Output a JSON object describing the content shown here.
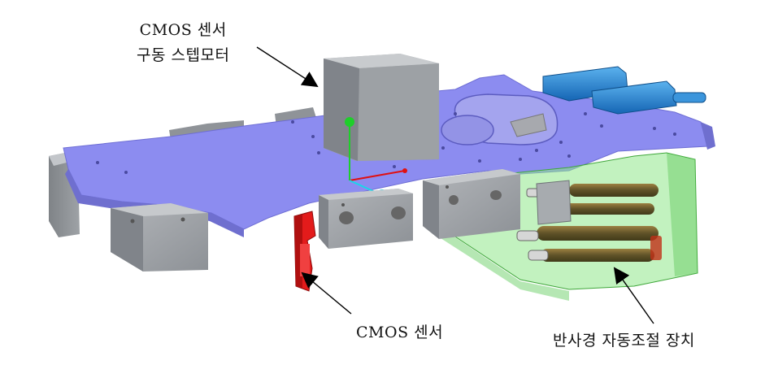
{
  "labels": {
    "stepper_line1": "CMOS 센서",
    "stepper_line2": "구동 스텝모터",
    "cmos_sensor": "CMOS 센서",
    "mirror_device": "반사경 자동조절 장치"
  },
  "colors": {
    "base_plate": "#8c8cf0",
    "gray_block": "#9a9ea3",
    "cmos_red": "#e31b1b",
    "green_housing": "#7ee07a",
    "blue_connector": "#1f7fd0",
    "axis_green": "#1ecf2a",
    "axis_cyan": "#18d8e8",
    "axis_red": "#e01010"
  }
}
